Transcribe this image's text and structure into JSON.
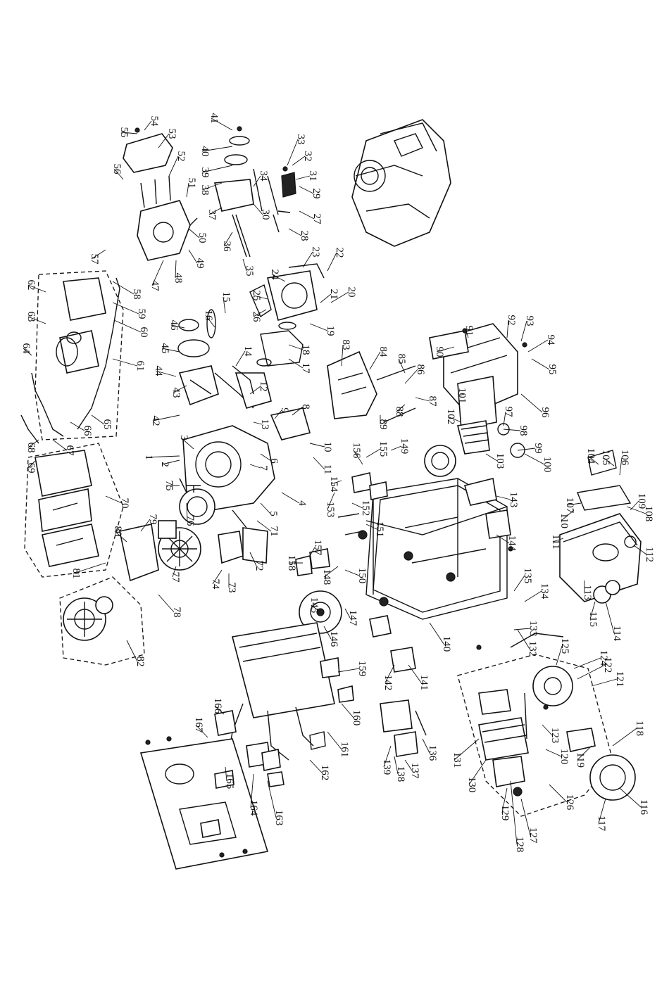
{
  "diagram": {
    "labels": [
      "1",
      "2",
      "3",
      "4",
      "5",
      "6",
      "7",
      "8",
      "9",
      "10",
      "11",
      "12",
      "13",
      "14",
      "15",
      "16",
      "17",
      "18",
      "19",
      "20",
      "21",
      "22",
      "23",
      "24",
      "25",
      "26",
      "27",
      "28",
      "29",
      "30",
      "31",
      "32",
      "33",
      "34",
      "35",
      "36",
      "37",
      "38",
      "39",
      "40",
      "41",
      "42",
      "43",
      "44",
      "45",
      "46",
      "47",
      "48",
      "49",
      "50",
      "51",
      "52",
      "53",
      "54",
      "55",
      "56",
      "57",
      "58",
      "59",
      "60",
      "61",
      "62",
      "63",
      "64",
      "65",
      "66",
      "67",
      "68",
      "69",
      "70",
      "71",
      "72",
      "73",
      "74",
      "75",
      "76",
      "77",
      "78",
      "79",
      "80",
      "81",
      "82",
      "83",
      "84",
      "85",
      "86",
      "87",
      "88",
      "89",
      "90",
      "91",
      "92",
      "93",
      "94",
      "95",
      "96",
      "97",
      "98",
      "99",
      "100",
      "101",
      "102",
      "103",
      "104",
      "105",
      "106",
      "107",
      "108",
      "109",
      "110",
      "111",
      "112",
      "113",
      "114",
      "115",
      "116",
      "117",
      "118",
      "119",
      "120",
      "121",
      "122",
      "123",
      "124",
      "125",
      "126",
      "127",
      "128",
      "129",
      "130",
      "131",
      "132",
      "133",
      "134",
      "135",
      "136",
      "137",
      "138",
      "139",
      "140",
      "141",
      "142",
      "143",
      "144",
      "145",
      "146",
      "147",
      "148",
      "149",
      "150",
      "151",
      "152",
      "153",
      "154",
      "155",
      "156",
      "157",
      "158",
      "159",
      "160",
      "161",
      "162",
      "163",
      "164",
      "165",
      "166",
      "167"
    ]
  }
}
